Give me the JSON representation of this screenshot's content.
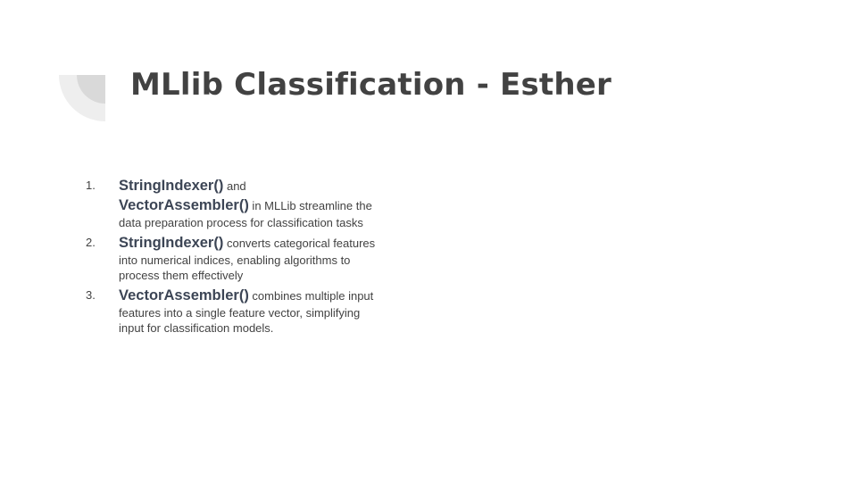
{
  "slide": {
    "title": "MLlib Classification - Esther",
    "items": [
      {
        "number": "1.",
        "code1": "StringIndexer()",
        "text1": " and ",
        "code2": "VectorAssembler()",
        "text2": " in MLLib streamline the data preparation process for classification tasks"
      },
      {
        "number": "2.",
        "code1": "StringIndexer()",
        "text1": " converts categorical features into numerical indices, enabling algorithms to process them effectively"
      },
      {
        "number": "3.",
        "code1": "VectorAssembler()",
        "text1": " combines multiple input features into a single feature vector, simplifying input for classification models."
      }
    ]
  },
  "colors": {
    "title": "#424242",
    "body_text": "#424242",
    "code_text": "#3c4555",
    "deco_outer": "#eeeeee",
    "deco_inner": "#d9d9d9"
  }
}
